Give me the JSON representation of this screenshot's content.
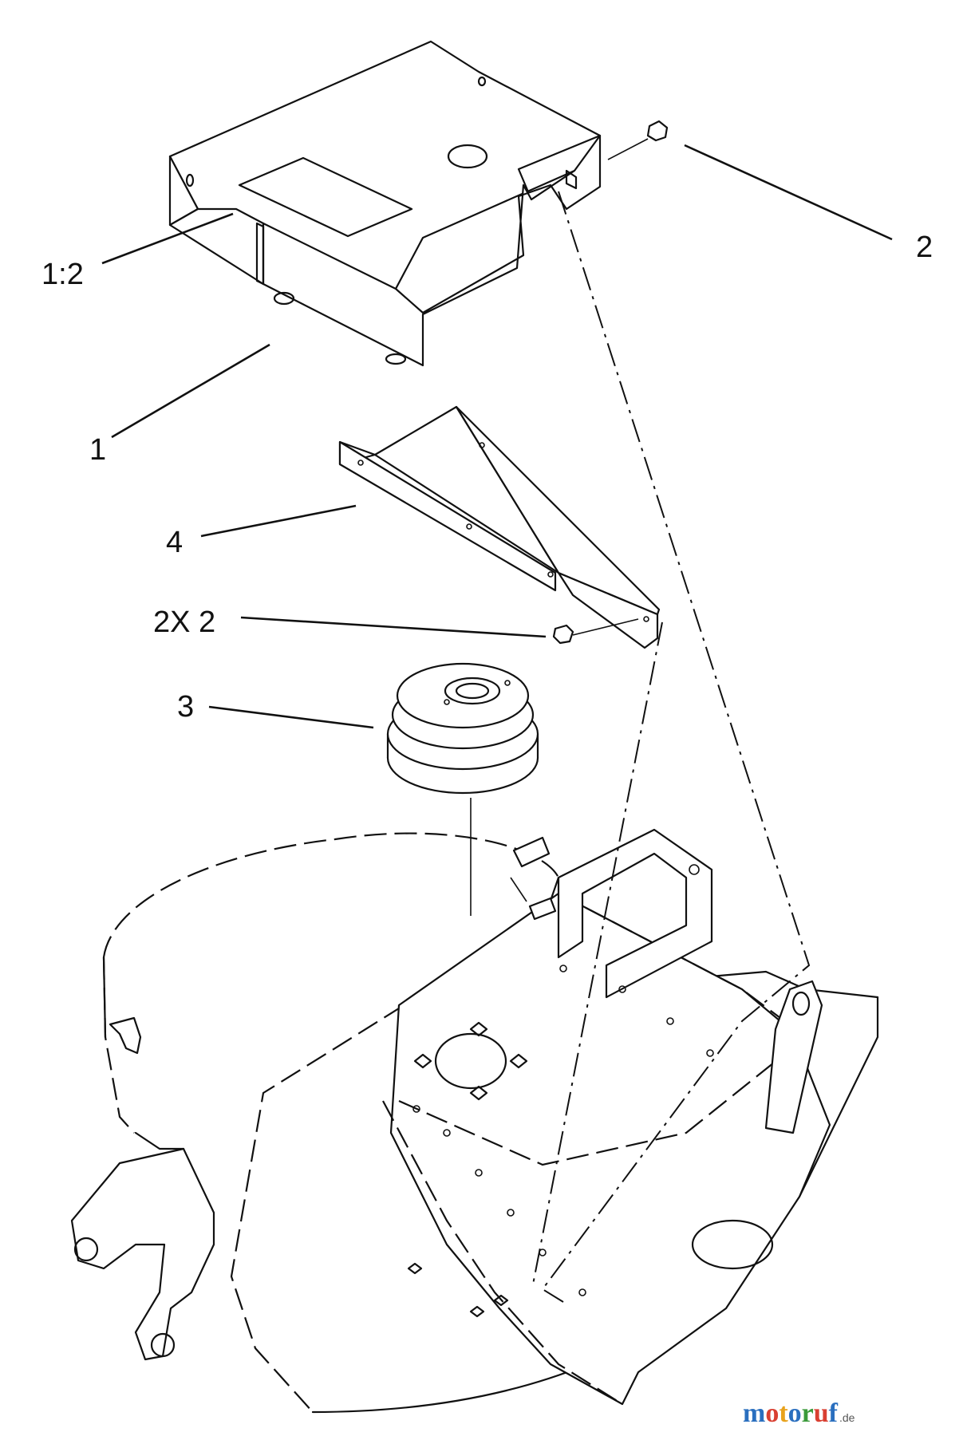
{
  "callouts": {
    "c_1_2": "1:2",
    "c_2_top": "2",
    "c_1": "1",
    "c_4": "4",
    "c_2x2": "2X 2",
    "c_3": "3"
  },
  "watermark": {
    "text": "motoruf",
    "suffix": ".de",
    "colors": [
      "#2a6fbf",
      "#d94032",
      "#e8a21c",
      "#2a6fbf",
      "#3a9a3a",
      "#d94032",
      "#2a6fbf"
    ]
  },
  "parts": [
    {
      "callout": "1",
      "icon": "shield-cover-icon"
    },
    {
      "callout": "2",
      "icon": "bolt-icon"
    },
    {
      "callout": "3",
      "icon": "clutch-pulley-icon"
    },
    {
      "callout": "4",
      "icon": "mounting-bracket-icon"
    }
  ]
}
